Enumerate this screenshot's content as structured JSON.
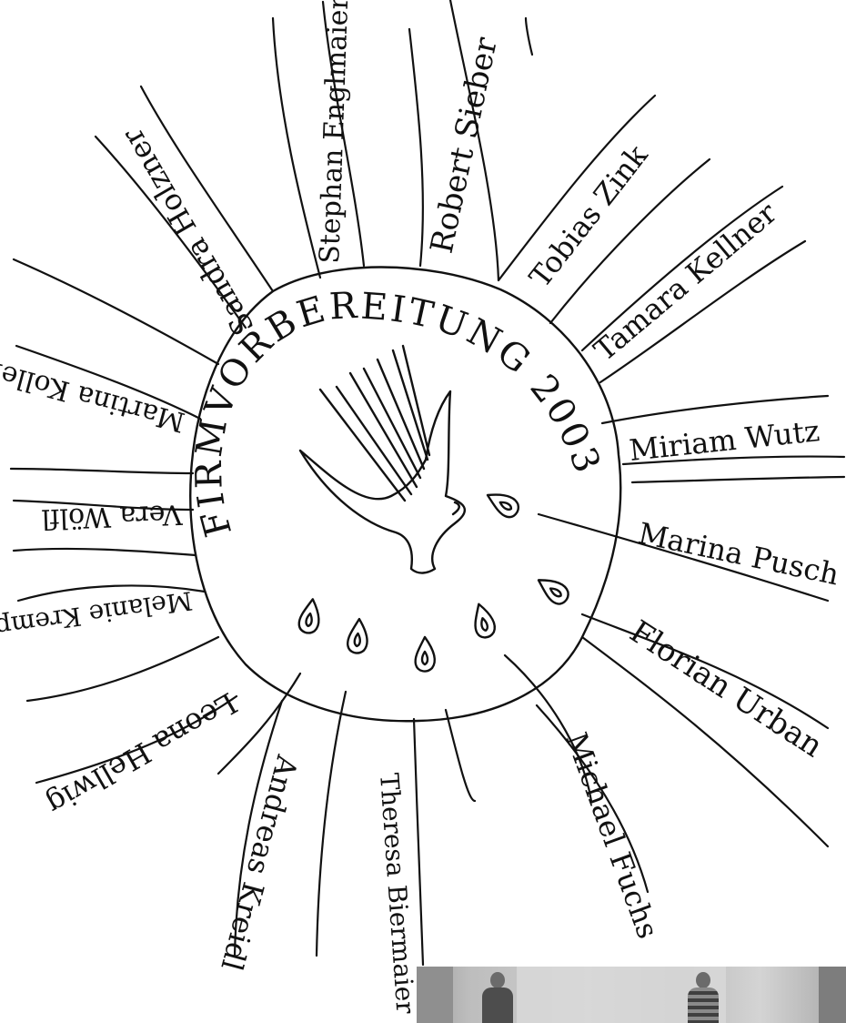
{
  "center": {
    "title": "FIRMVORBEREITUNG 2003"
  },
  "names": [
    {
      "text": "Stephan Englmaier"
    },
    {
      "text": "Robert Sieber"
    },
    {
      "text": "Tobias Zink"
    },
    {
      "text": "Tamara Kellner"
    },
    {
      "text": "Miriam Wutz"
    },
    {
      "text": "Marina Pusch"
    },
    {
      "text": "Florian Urban"
    },
    {
      "text": "Michael Fuchs"
    },
    {
      "text": "Theresa Biermaier"
    },
    {
      "text": "Andreas Kreidl"
    },
    {
      "text": "Leona Hellwig"
    },
    {
      "text": "Melanie Krempl"
    },
    {
      "text": "Vera Wölfl"
    },
    {
      "text": "Martina Koller"
    },
    {
      "text": "Sandra Holzner"
    }
  ],
  "photo": {
    "subject": "two-girls-photo"
  }
}
